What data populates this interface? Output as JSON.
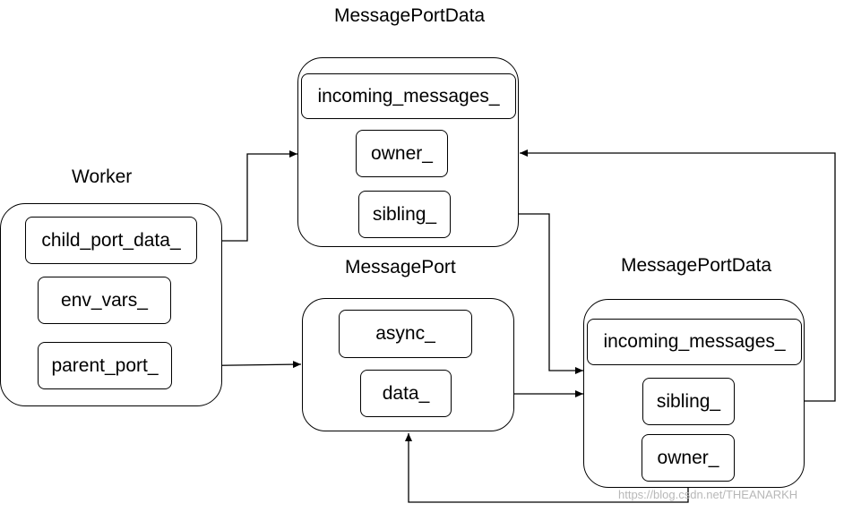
{
  "worker": {
    "title": "Worker",
    "fields": [
      "child_port_data_",
      "env_vars_",
      "parent_port_"
    ]
  },
  "message_port_data_top": {
    "title": "MessagePortData",
    "fields": [
      "incoming_messages_",
      "owner_",
      "sibling_"
    ]
  },
  "message_port": {
    "title": "MessagePort",
    "fields": [
      "async_",
      "data_"
    ]
  },
  "message_port_data_right": {
    "title": "MessagePortData",
    "fields": [
      "incoming_messages_",
      "sibling_",
      "owner_"
    ]
  },
  "watermark": "https://blog.csdn.net/THEANARKH",
  "colors": {
    "stroke": "#000000",
    "background": "#ffffff",
    "watermark": "#b8b8b8"
  }
}
